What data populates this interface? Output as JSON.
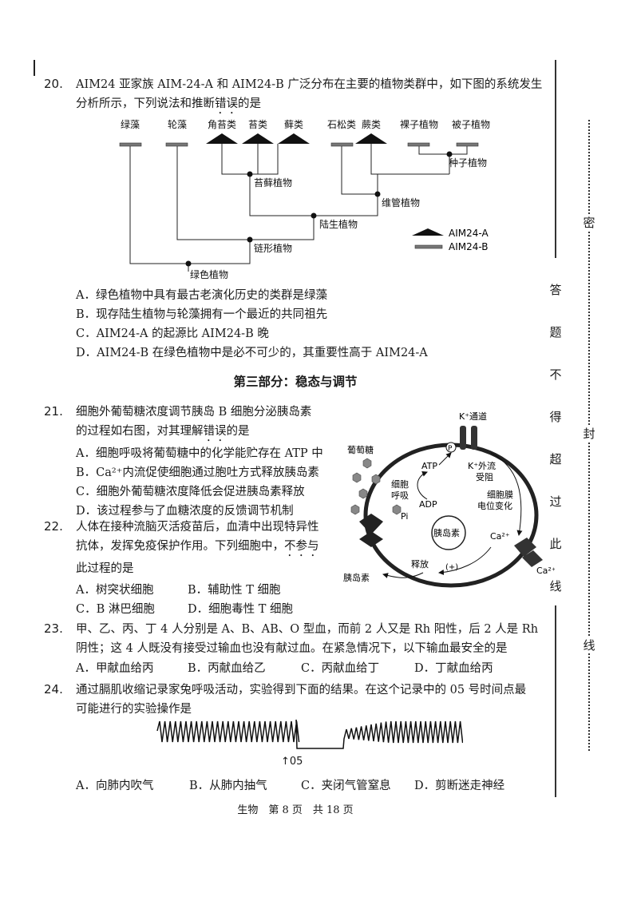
{
  "q20": {
    "num": "20.",
    "line1": "AIM24 亚家族 AIM-24-A 和 AIM24-B 广泛分布在主要的植物类群中，如下图的系统发生",
    "line2a": "分析所示，下列说法和推断",
    "line2b": "错误",
    "line2c": "的是",
    "taxa": [
      "绿藻",
      "轮藻",
      "角苔类",
      "苔类",
      "藓类",
      "石松类",
      "蕨类",
      "裸子植物",
      "被子植物"
    ],
    "nodes": [
      "苔藓植物",
      "维管植物",
      "种子植物",
      "陆生植物",
      "链形植物",
      "绿色植物"
    ],
    "legend_a": "AIM24-A",
    "legend_b": "AIM24-B",
    "options": [
      "A．绿色植物中具有最古老演化历史的类群是绿藻",
      "B．现存陆生植物与轮藻拥有一个最近的共同祖先",
      "C．AIM24-A 的起源比 AIM24-B 晚",
      "D．AIM24-B 在绿色植物中是必不可少的，其重要性高于 AIM24-A"
    ]
  },
  "section3": "第三部分：稳态与调节",
  "q21": {
    "num": "21.",
    "line1": "细胞外葡萄糖浓度调节胰岛 B 细胞分泌胰岛素",
    "line2a": "的过程如右图，对其理解",
    "line2b": "错误",
    "line2c": "的是",
    "options": [
      "A．细胞呼吸将葡萄糖中的化学能贮存在 ATP 中",
      "B．Ca²⁺内流促使细胞通过胞吐方式释放胰岛素",
      "C．细胞外葡萄糖浓度降低会促进胰岛素释放",
      "D．该过程参与了血糖浓度的反馈调节机制"
    ],
    "fig": {
      "k_channel": "K⁺通道",
      "glucose": "葡萄糖",
      "p": "P",
      "atp": "ATP",
      "resp1": "细胞",
      "resp2": "呼吸",
      "adp": "ADP",
      "pi": "Pi",
      "k_out1": "K⁺外流",
      "k_out2": "受阻",
      "mem1": "细胞膜",
      "mem2": "电位变化",
      "insulin_granule": "胰岛素",
      "ca_in": "Ca²⁺",
      "ca_out": "Ca²⁺",
      "release": "释放",
      "plus": "(+)",
      "insulin": "胰岛素"
    }
  },
  "q22": {
    "num": "22.",
    "line1": "人体在接种流脑灭活疫苗后，血清中出现特异性",
    "line2": "抗体，发挥免疫保护作用。下列细胞中，",
    "line2b": "不参与",
    "line3": "此过程的是",
    "options": [
      "A．树突状细胞",
      "B．辅助性 T 细胞",
      "C．B 淋巴细胞",
      "D．细胞毒性 T 细胞"
    ]
  },
  "q23": {
    "num": "23.",
    "line1": "甲、乙、丙、丁 4 人分别是 A、B、AB、O 型血，而前 2 人又是 Rh 阳性，后 2 人是 Rh",
    "line2": "阴性；这 4 人既没有接受过输血也没有献过血。在紧急情况下，以下输血最安全的是",
    "options": [
      "A．甲献血给丙",
      "B．丙献血给乙",
      "C．丙献血给丁",
      "D．丁献血给丙"
    ]
  },
  "q24": {
    "num": "24.",
    "line1": "通过膈肌收缩记录家兔呼吸活动，实验得到下面的结果。在这个记录中的 05 号时间点最",
    "line2": "可能进行的实验操作是",
    "marker": "↑05",
    "options": [
      "A．向肺内吹气",
      "B．从肺内抽气",
      "C．夹闭气管窒息",
      "D．剪断迷走神经"
    ]
  },
  "footer": "生物　第 8 页　共 18 页",
  "margin_text": {
    "mi": "密",
    "vertical": [
      "答",
      "题",
      "不",
      "得",
      "超",
      "过",
      "此",
      "线"
    ],
    "feng": "封",
    "xian": "线"
  }
}
